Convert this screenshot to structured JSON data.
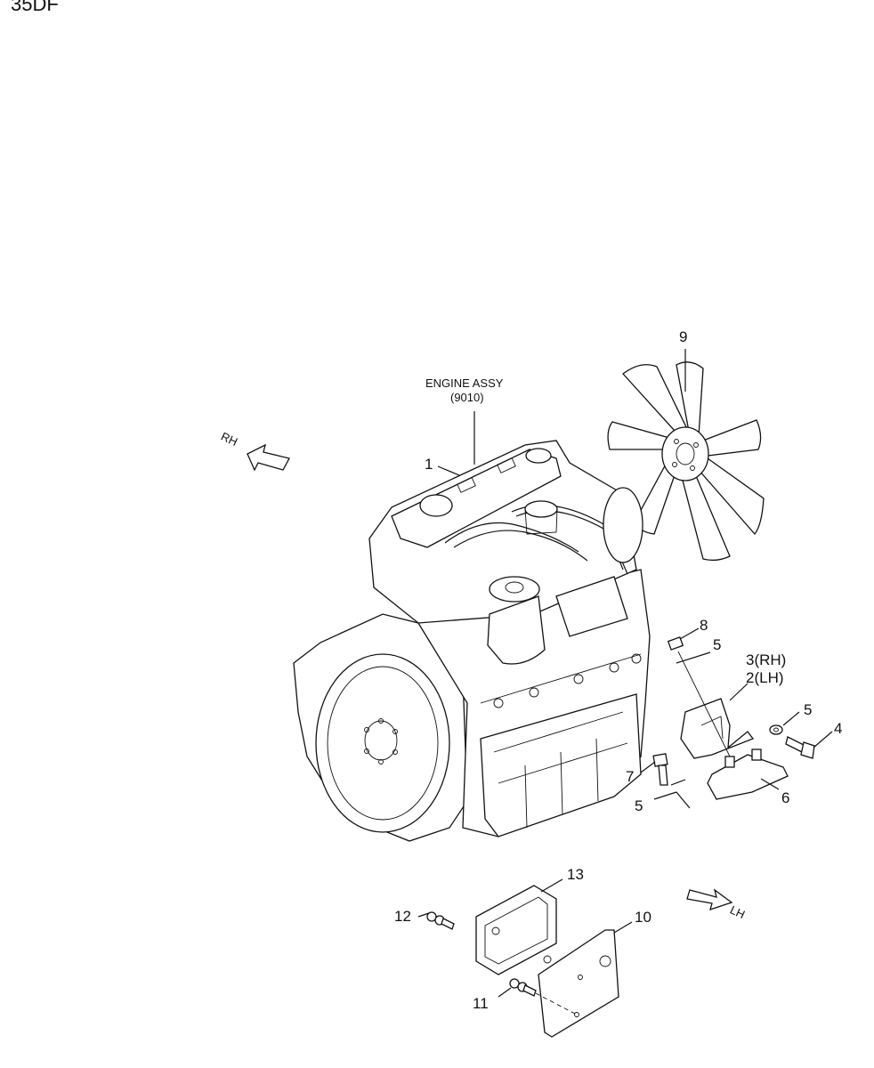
{
  "header": {
    "model": "35DF"
  },
  "engine_callout": {
    "line1": "ENGINE ASSY",
    "line2": "(9010)"
  },
  "directions": {
    "rh": "RH",
    "lh": "LH"
  },
  "callouts": {
    "c1": "1",
    "c2": "2(LH)",
    "c3": "3(RH)",
    "c4": "4",
    "c5a": "5",
    "c5b": "5",
    "c5c": "5",
    "c6": "6",
    "c7": "7",
    "c8": "8",
    "c9": "9",
    "c10": "10",
    "c11": "11",
    "c12": "12",
    "c13": "13"
  }
}
